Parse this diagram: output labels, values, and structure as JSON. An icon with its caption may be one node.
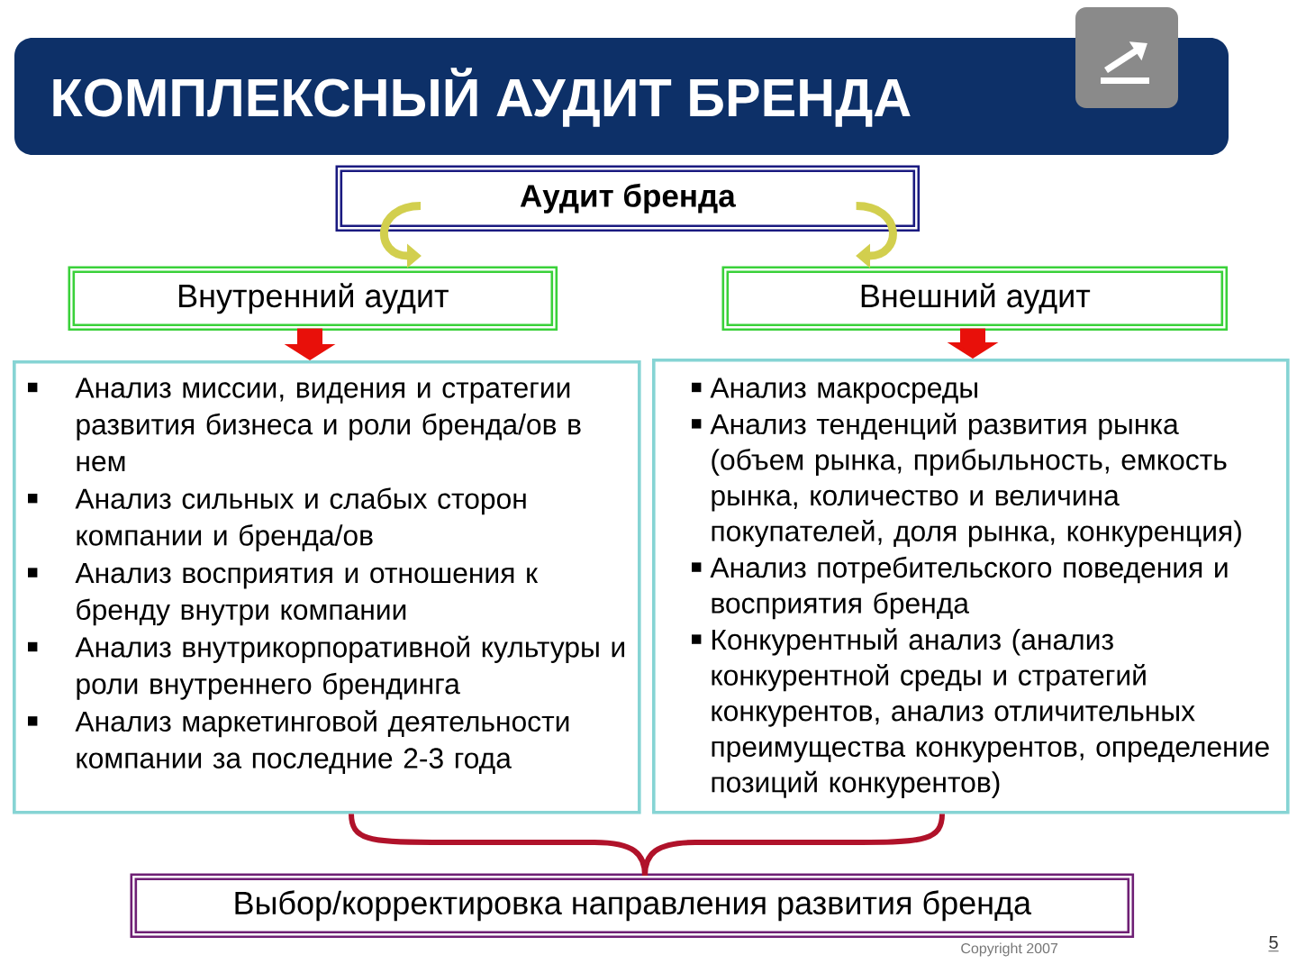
{
  "diagram": {
    "title": "КОМПЛЕКСНЫЙ АУДИТ БРЕНДА",
    "nodes": [
      {
        "text": [
          "Аудит бренда"
        ]
      },
      {
        "text": [
          "Внутренний аудит"
        ]
      },
      {
        "text": [
          "Внешний аудит"
        ]
      },
      {
        "text": [
          "Анализ миссии, видения и стратегии развития бизнеса и роли бренда/ов в нем",
          "Анализ сильных и слабых сторон компании и бренда/ов",
          "Анализ восприятия и отношения к бренду внутри компании",
          "Анализ внутрикорпоративной культуры и роли внутреннего брендинга",
          "Анализ маркетинговой деятельности компании за последние 2-3 года"
        ]
      },
      {
        "text": [
          "Анализ макросреды",
          "Анализ тенденций развития рынка (объем рынка, прибыльность, емкость рынка, количество и величина покупателей, доля рынка, конкуренция)",
          "Анализ потребительского поведения и восприятия бренда",
          "Конкурентный анализ (анализ конкурентной среды и стратегий конкурентов, анализ отличительных преимущества конкурентов, определение позиций конкурентов)"
        ]
      },
      {
        "text": [
          "Выбор/корректировка направления развития бренда"
        ]
      }
    ],
    "edges": [
      {
        "from": 0,
        "to": 1,
        "arrow": "to",
        "color": "#d2cf4e"
      },
      {
        "from": 0,
        "to": 2,
        "arrow": "to",
        "color": "#d2cf4e"
      },
      {
        "from": 1,
        "to": 3,
        "arrow": "to",
        "style": "thick",
        "color": "#e8100a"
      },
      {
        "from": 2,
        "to": 4,
        "arrow": "to",
        "style": "thick",
        "color": "#e8100a"
      },
      {
        "from": 3,
        "to": 5,
        "arrow": "none",
        "color": "#b0122a"
      },
      {
        "from": 4,
        "to": 5,
        "arrow": "none",
        "color": "#b0122a"
      }
    ],
    "labels": [
      "Copyright 2007",
      "5"
    ]
  }
}
